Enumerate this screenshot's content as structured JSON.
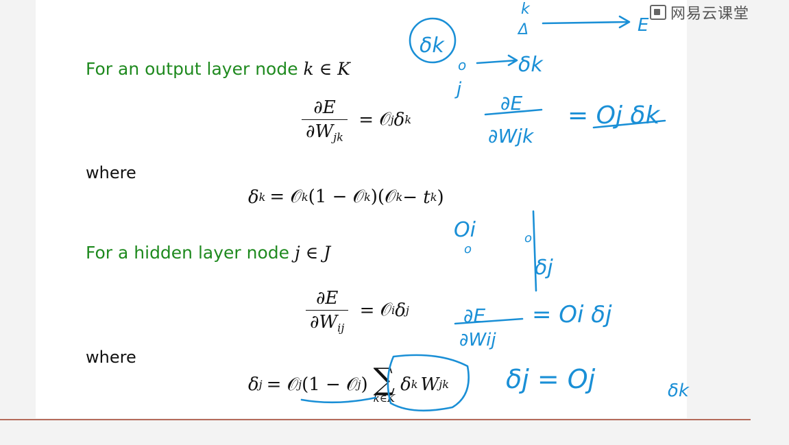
{
  "brand": {
    "logo_text": "网易云课堂"
  },
  "output_section": {
    "heading_text": "For an output layer node ",
    "heading_math": "k ∈ K",
    "gradient": {
      "num": "∂E",
      "den_var": "∂W",
      "den_sub": "jk",
      "rhs_var": "𝒪",
      "rhs_sub": "j",
      "rhs_delta": "δ",
      "rhs_delta_sub": "k"
    },
    "where_label": "where",
    "delta_lhs": "δ",
    "delta_lhs_sub": "k",
    "delta_rhs_a": "= 𝒪",
    "delta_rhs_a_sub": "k",
    "delta_rhs_b": "(1 − 𝒪",
    "delta_rhs_b_sub": "k",
    "delta_rhs_c": ")(𝒪",
    "delta_rhs_c_sub": "k",
    "delta_rhs_d": " − t",
    "delta_rhs_d_sub": "k",
    "delta_rhs_e": ")"
  },
  "hidden_section": {
    "heading_text": "For a hidden layer node ",
    "heading_math": "j ∈ J",
    "gradient": {
      "num": "∂E",
      "den_var": "∂W",
      "den_sub": "ij",
      "rhs_var": "𝒪",
      "rhs_sub": "i",
      "rhs_delta": "δ",
      "rhs_delta_sub": "j"
    },
    "where_label": "where",
    "delta_lhs": "δ",
    "delta_lhs_sub": "j",
    "delta_rhs_a": "= 𝒪",
    "delta_rhs_a_sub": "j",
    "delta_rhs_b": "(1 − 𝒪",
    "delta_rhs_b_sub": "j",
    "delta_rhs_c": ")",
    "sum_symbol": "∑",
    "sum_limit": "k∈K",
    "sum_term_delta": "δ",
    "sum_term_delta_sub": "k",
    "sum_term_w": "W",
    "sum_term_w_sub": "jk"
  },
  "handwriting": {
    "ink_color": "#1a8fd6",
    "notes": [
      "δk",
      "k",
      "Δ",
      "E",
      "o",
      "j",
      "δk",
      "∂E",
      "∂Wjk",
      "= Oj δk",
      "Oi",
      "o",
      "o",
      "δj",
      "∂E",
      "∂Wij",
      "= Oi δj",
      "δj = Oj",
      "δk"
    ]
  }
}
